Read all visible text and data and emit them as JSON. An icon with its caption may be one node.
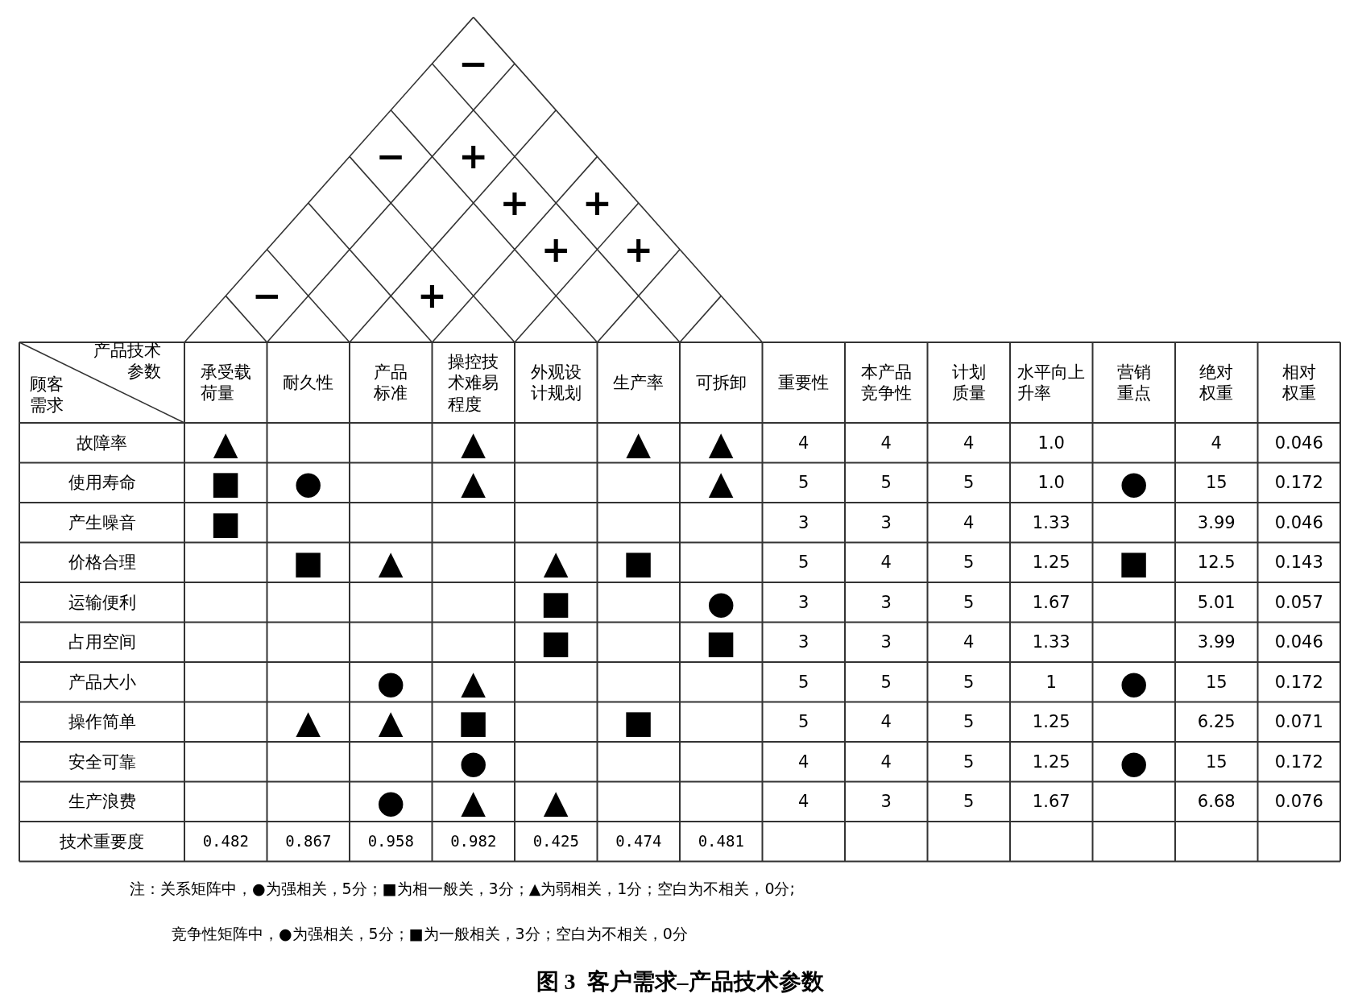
{
  "diagram": {
    "caption": "图 3  客户需求–产品技术参数",
    "labels": [
      "−",
      "−",
      "+",
      "+",
      "+",
      "+",
      "+",
      "−",
      "+",
      "产品技术参数",
      "顾客需求",
      "承受载荷量",
      "耐久性",
      "产品标准",
      "操控技术难易程度",
      "外观设计规划",
      "生产率",
      "可拆卸",
      "重要性",
      "本产品竞争性",
      "计划质量",
      "水平向上升率",
      "营销重点",
      "绝对权重",
      "相对权重",
      "故障率",
      "▲",
      "▲",
      "▲",
      "▲",
      "4",
      "4",
      "4",
      "1.0",
      "4",
      "0.046",
      "使用寿命",
      "■",
      "●",
      "▲",
      "▲",
      "5",
      "5",
      "5",
      "1.0",
      "●",
      "15",
      "0.172",
      "产生噪音",
      "■",
      "3",
      "3",
      "4",
      "1.33",
      "3.99",
      "0.046",
      "价格合理",
      "■",
      "▲",
      "▲",
      "■",
      "5",
      "4",
      "5",
      "1.25",
      "■",
      "12.5",
      "0.143",
      "运输便利",
      "■",
      "●",
      "3",
      "3",
      "5",
      "1.67",
      "5.01",
      "0.057",
      "占用空间",
      "■",
      "■",
      "3",
      "3",
      "4",
      "1.33",
      "3.99",
      "0.046",
      "产品大小",
      "●",
      "▲",
      "5",
      "5",
      "5",
      "1",
      "●",
      "15",
      "0.172",
      "操作简单",
      "▲",
      "▲",
      "■",
      "■",
      "5",
      "4",
      "5",
      "1.25",
      "6.25",
      "0.071",
      "安全可靠",
      "●",
      "4",
      "4",
      "5",
      "1.25",
      "●",
      "15",
      "0.172",
      "生产浪费",
      "●",
      "▲",
      "▲",
      "4",
      "3",
      "5",
      "1.67",
      "6.68",
      "0.076",
      "技术重要度",
      "0.482",
      "0.867",
      "0.958",
      "0.982",
      "0.425",
      "0.474",
      "0.481",
      "注：关系矩阵中，●为强相关，5分；■为相一般关，3分；▲为弱相关，1分；空白为不相关，0分;",
      "竞争性矩阵中，●为强相关，5分；■为一般相关，3分；空白为不相关，0分"
    ]
  }
}
